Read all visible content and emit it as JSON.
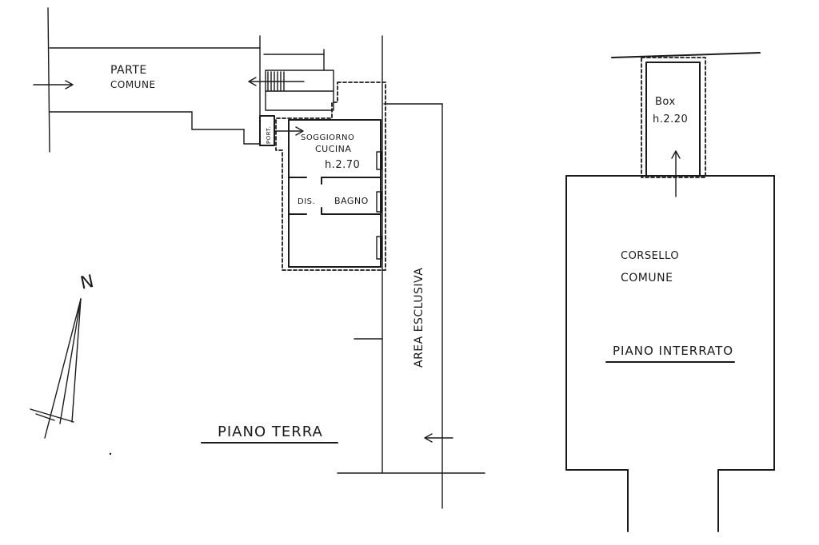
{
  "ground_floor": {
    "title": "PIANO TERRA",
    "common_part_line1": "PARTE",
    "common_part_line2": "COMUNE",
    "porch": "PORT.",
    "living_line1": "SOGGIORNO",
    "living_line2": "CUCINA",
    "living_height": "h.2.70",
    "hall": "DIS.",
    "bathroom": "BAGNO",
    "exclusive_area": "AREA ESCLUSIVA"
  },
  "basement": {
    "title": "PIANO INTERRATO",
    "box_label": "Box",
    "box_height": "h.2.20",
    "driveway_line1": "CORSELLO",
    "driveway_line2": "COMUNE"
  },
  "north": {
    "label": "N"
  }
}
